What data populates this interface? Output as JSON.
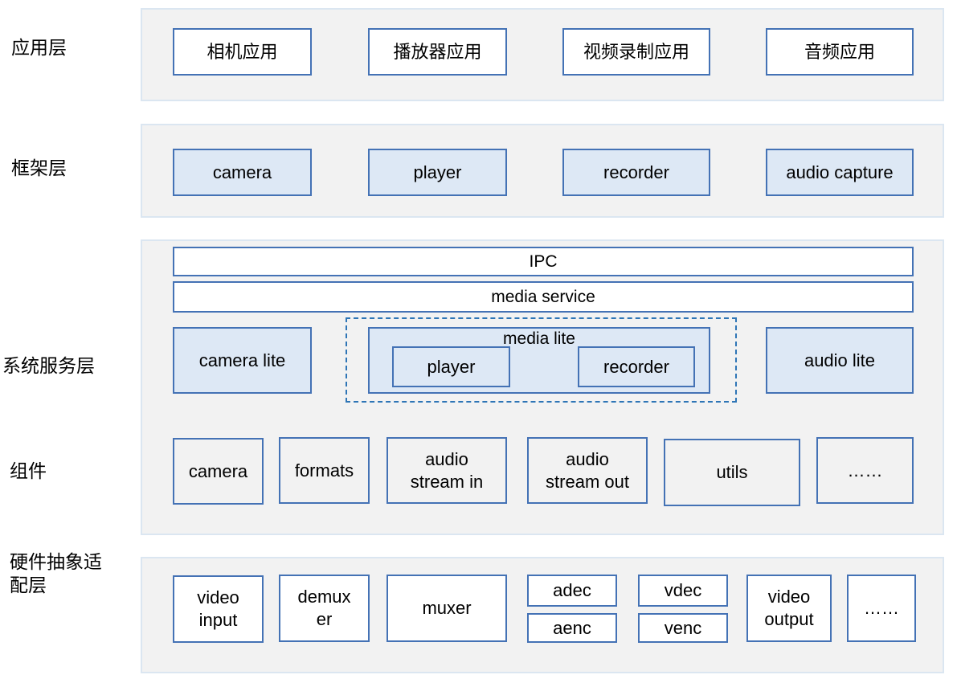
{
  "layers": {
    "app": "应用层",
    "framework": "框架层",
    "system": "系统服务层",
    "components": "组件",
    "hal": "硬件抽象适\n配层"
  },
  "app": [
    "相机应用",
    "播放器应用",
    "视频录制应用",
    "音频应用"
  ],
  "framework": [
    "camera",
    "player",
    "recorder",
    "audio capture"
  ],
  "system": {
    "ipc": "IPC",
    "media_service": "media service",
    "camera_lite": "camera lite",
    "media_lite": "media lite",
    "media_lite_player": "player",
    "media_lite_recorder": "recorder",
    "audio_lite": "audio lite"
  },
  "components": [
    "camera",
    "formats",
    "audio\nstream in",
    "audio\nstream out",
    "utils",
    "……"
  ],
  "hal": {
    "video_input": "video\ninput",
    "demuxer": "demux\ner",
    "muxer": "muxer",
    "adec": "adec",
    "aenc": "aenc",
    "vdec": "vdec",
    "venc": "venc",
    "video_output": "video\noutput",
    "more": "……"
  }
}
